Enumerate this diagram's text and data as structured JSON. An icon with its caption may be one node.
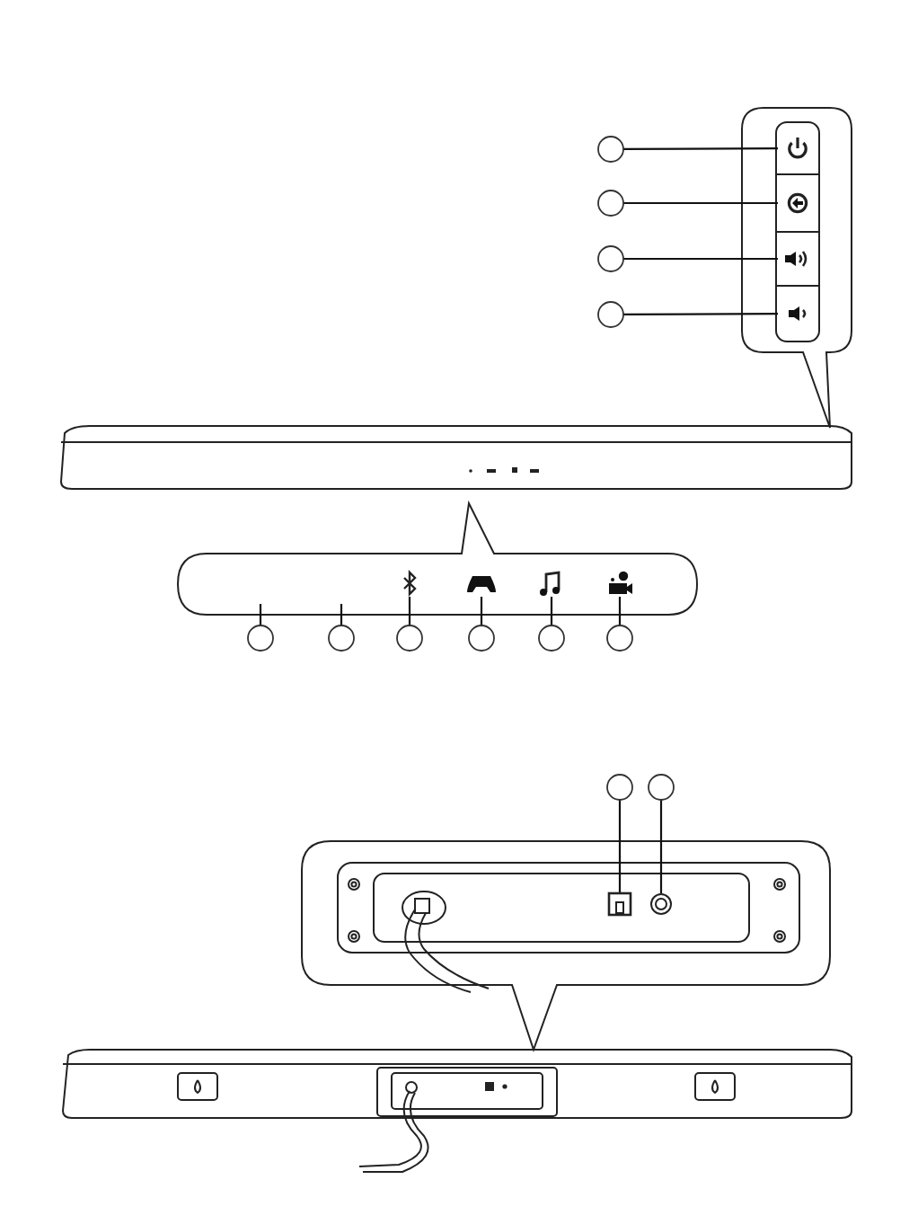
{
  "diagram": {
    "nodes": [
      {
        "text": [],
        "shape": "circle"
      },
      {
        "text": [],
        "shape": "circle"
      },
      {
        "text": [],
        "shape": "circle"
      },
      {
        "text": [],
        "shape": "circle"
      },
      {
        "text": [],
        "shape": "box"
      },
      {
        "text": [],
        "shape": "circle"
      },
      {
        "text": [],
        "shape": "box"
      },
      {
        "text": [],
        "shape": "box"
      },
      {
        "text": [],
        "shape": "circle"
      },
      {
        "text": [],
        "shape": "circle"
      },
      {
        "text": [],
        "shape": "circle"
      },
      {
        "text": [],
        "shape": "circle"
      },
      {
        "text": [],
        "shape": "circle"
      },
      {
        "text": [],
        "shape": "circle"
      },
      {
        "text": [],
        "shape": "picture"
      },
      {
        "text": [],
        "shape": "picture"
      },
      {
        "text": [],
        "shape": "picture"
      },
      {
        "text": [],
        "shape": "picture"
      },
      {
        "text": [],
        "shape": "circle"
      },
      {
        "text": [],
        "shape": "circle"
      },
      {
        "text": [],
        "shape": "box"
      },
      {
        "text": [],
        "shape": "circle"
      }
    ],
    "edges": [
      {
        "from": 0,
        "to": 4,
        "arrow": "none"
      },
      {
        "from": 1,
        "to": 5,
        "arrow": "none"
      },
      {
        "from": 2,
        "to": 6,
        "arrow": "none"
      },
      {
        "from": 3,
        "to": 7,
        "arrow": "none"
      },
      {
        "from": 8,
        "to": null,
        "arrow": "none"
      },
      {
        "from": 9,
        "to": null,
        "arrow": "none"
      },
      {
        "from": 10,
        "to": 14,
        "arrow": "none"
      },
      {
        "from": 11,
        "to": 15,
        "arrow": "none"
      },
      {
        "from": 12,
        "to": 16,
        "arrow": "none"
      },
      {
        "from": 13,
        "to": 17,
        "arrow": "none"
      },
      {
        "from": 18,
        "to": 20,
        "arrow": "none"
      },
      {
        "from": 19,
        "to": 21,
        "arrow": "none"
      }
    ]
  }
}
